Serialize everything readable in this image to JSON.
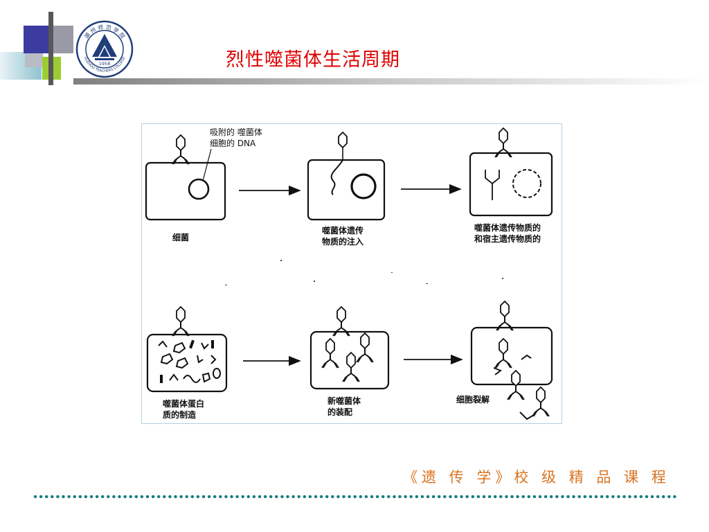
{
  "slide": {
    "title": "烈性噬菌体生活周期",
    "footer": "《遗 传 学》校 级 精 品 课 程"
  },
  "logo": {
    "text_top": "湖 州 师 范 学 院",
    "text_bottom": "HUZHOU TEACHERS COLLEGE",
    "year": "1958",
    "color": "#1f3e7a"
  },
  "figure": {
    "callout": "吸附的 噬菌体\n细胞的 DNA",
    "captions": {
      "bacterium": "细菌",
      "injection": "噬菌体遗传\n物质的注入",
      "degradation": "噬菌体遗传物质的\n和宿主遗传物质的",
      "protein_synthesis": "噬菌体蛋白\n质的制造",
      "assembly": "新噬菌体\n的装配",
      "lysis": "细胞裂解"
    }
  },
  "colors": {
    "title": "#e00000",
    "footer": "#d9731f",
    "dots": "#137a7a"
  }
}
